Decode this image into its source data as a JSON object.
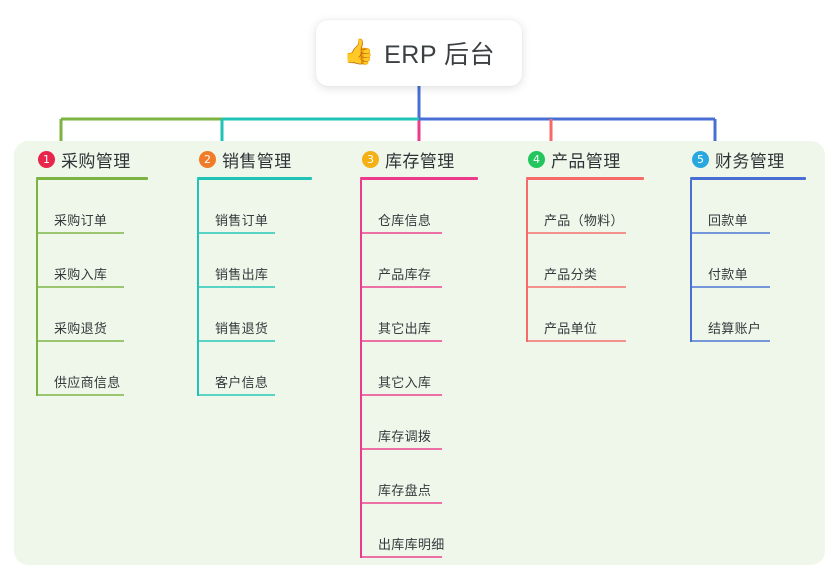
{
  "root": {
    "icon": "thumbs-up-icon",
    "emoji": "👍",
    "title": "ERP 后台"
  },
  "panel": {
    "background": "#eef7e9"
  },
  "columns": [
    {
      "number": "1",
      "title": "采购管理",
      "color": "#7cb342",
      "badge_color": "#e8264b",
      "children": [
        {
          "label": "采购订单"
        },
        {
          "label": "采购入库"
        },
        {
          "label": "采购退货"
        },
        {
          "label": "供应商信息"
        }
      ]
    },
    {
      "number": "2",
      "title": "销售管理",
      "color": "#21c3b6",
      "badge_color": "#f07c28",
      "children": [
        {
          "label": "销售订单"
        },
        {
          "label": "销售出库"
        },
        {
          "label": "销售退货"
        },
        {
          "label": "客户信息"
        }
      ]
    },
    {
      "number": "3",
      "title": "库存管理",
      "color": "#ec3b8c",
      "badge_color": "#f5b014",
      "children": [
        {
          "label": "仓库信息"
        },
        {
          "label": "产品库存"
        },
        {
          "label": "其它出库"
        },
        {
          "label": "其它入库"
        },
        {
          "label": "库存调拨"
        },
        {
          "label": "库存盘点"
        },
        {
          "label": "出库库明细"
        }
      ]
    },
    {
      "number": "4",
      "title": "产品管理",
      "color": "#f66a6a",
      "badge_color": "#22c55e",
      "children": [
        {
          "label": "产品（物料）"
        },
        {
          "label": "产品分类"
        },
        {
          "label": "产品单位"
        }
      ]
    },
    {
      "number": "5",
      "title": "财务管理",
      "color": "#4a6fd4",
      "badge_color": "#29a8e0",
      "children": [
        {
          "label": "回款单"
        },
        {
          "label": "付款单"
        },
        {
          "label": "结算账户"
        }
      ]
    }
  ]
}
